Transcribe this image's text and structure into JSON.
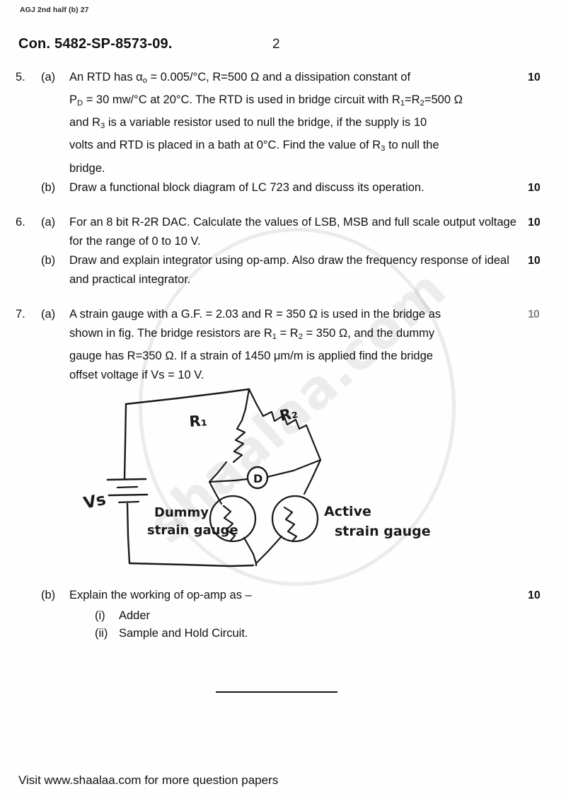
{
  "header": {
    "top_code": "AGJ 2nd half (b)  27",
    "con_number": "Con. 5482-SP-8573-09.",
    "page_number": "2"
  },
  "watermark": {
    "text": "shaalaa.com"
  },
  "questions": [
    {
      "number": "5.",
      "parts": [
        {
          "label": "(a)",
          "text": "An RTD has αo = 0.005/°C, R=500 Ω and a dissipation constant of PD = 30 mw/°C at 20°C.  The RTD is used in bridge circuit with R1=R2=500 Ω and R3 is a variable resistor used to null the bridge, if the supply is 10 volts and RTD is placed in a bath at 0°C.  Find the value of R3 to null the bridge.",
          "marks": "10"
        },
        {
          "label": "(b)",
          "text": "Draw a functional block diagram of LC 723 and discuss its operation.",
          "marks": "10"
        }
      ]
    },
    {
      "number": "6.",
      "parts": [
        {
          "label": "(a)",
          "text": "For an 8 bit R-2R DAC.  Calculate the values of LSB, MSB and full scale output voltage for the range of 0 to 10 V.",
          "marks": "10"
        },
        {
          "label": "(b)",
          "text": "Draw and explain integrator using op-amp.  Also draw the frequency response of ideal and practical integrator.",
          "marks": "10"
        }
      ]
    },
    {
      "number": "7.",
      "parts": [
        {
          "label": "(a)",
          "text": "A strain gauge with a G.F. = 2.03 and R = 350 Ω is used in the bridge as shown in fig.  The bridge resistors are R1 = R2 = 350 Ω, and the dummy gauge has R=350 Ω.  If a strain of 1450 μm/m is applied find the bridge offset voltage if Vs = 10 V.",
          "marks": "10"
        },
        {
          "label": "(b)",
          "text": "Explain the working of op-amp as –",
          "marks": "10",
          "sub_items": [
            {
              "roman": "(i)",
              "text": "Adder"
            },
            {
              "roman": "(ii)",
              "text": "Sample and Hold Circuit."
            }
          ]
        }
      ]
    }
  ],
  "q5a_segments": {
    "line1_a": "An RTD has α",
    "line1_sub": "o",
    "line1_b": " = 0.005/°C, R=500 Ω and a dissipation constant of",
    "line2_a": "P",
    "line2_sub": "D",
    "line2_b": " = 30 mw/°C at 20°C.  The RTD is used in bridge circuit with R",
    "line2_sub2": "1",
    "line2_c": "=R",
    "line2_sub3": "2",
    "line2_d": "=500 Ω",
    "line3_a": "and R",
    "line3_sub": "3",
    "line3_b": " is a variable resistor used to null the bridge, if the supply is 10",
    "line4_a": "volts and RTD is placed in a bath at 0°C.  Find the value of R",
    "line4_sub": "3",
    "line4_b": " to null the",
    "line5": "bridge."
  },
  "q7a_segments": {
    "line1": "A strain gauge with a G.F. = 2.03 and R = 350 Ω is used in the bridge as",
    "line2_a": "shown in fig.  The bridge resistors are R",
    "line2_sub": "1",
    "line2_b": " = R",
    "line2_sub2": "2",
    "line2_c": " = 350 Ω, and the dummy",
    "line3": "gauge has R=350 Ω.  If a strain of 1450 μm/m is applied find the bridge",
    "line4": "offset voltage if Vs = 10 V."
  },
  "figure": {
    "caption_labels": {
      "source": "Vs",
      "r1": "R₁",
      "r2": "R₂",
      "detector": "D",
      "dummy_line1": "Dummy",
      "dummy_line2": "strain gauge",
      "active_line1": "Active",
      "active_line2": "strain gauge"
    }
  },
  "footer": {
    "text": "Visit www.shaalaa.com for more question papers"
  }
}
